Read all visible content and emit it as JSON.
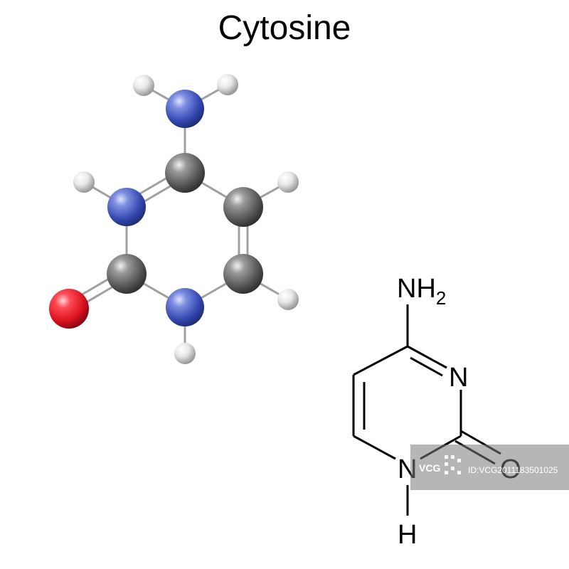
{
  "title": "Cytosine",
  "colors": {
    "nitrogen": "#3f51b5",
    "carbon": "#5a5a5a",
    "oxygen": "#e0192b",
    "hydrogen": "#e6e6e6",
    "bond": "#9a9a9a",
    "ink": "#000000"
  },
  "ball_model": {
    "atoms": [
      {
        "element": "N",
        "role": "amino-n"
      },
      {
        "element": "H",
        "role": "amino-h-left"
      },
      {
        "element": "H",
        "role": "amino-h-right"
      },
      {
        "element": "C",
        "role": "c4"
      },
      {
        "element": "N",
        "role": "n3"
      },
      {
        "element": "H",
        "role": "n3-h"
      },
      {
        "element": "C",
        "role": "c5"
      },
      {
        "element": "H",
        "role": "c5-h"
      },
      {
        "element": "C",
        "role": "c6"
      },
      {
        "element": "H",
        "role": "c6-h"
      },
      {
        "element": "N",
        "role": "n1"
      },
      {
        "element": "H",
        "role": "n1-h"
      },
      {
        "element": "C",
        "role": "c2"
      },
      {
        "element": "O",
        "role": "o2"
      }
    ]
  },
  "skeletal": {
    "label_nh": "NH",
    "label_nh_sub": "2",
    "label_n_ring": "N",
    "label_n_bottom": "N",
    "label_o": "O",
    "label_h": "H"
  },
  "watermark": {
    "logo_text": "VCG",
    "id_text": "ID:VCG2011183501025"
  }
}
